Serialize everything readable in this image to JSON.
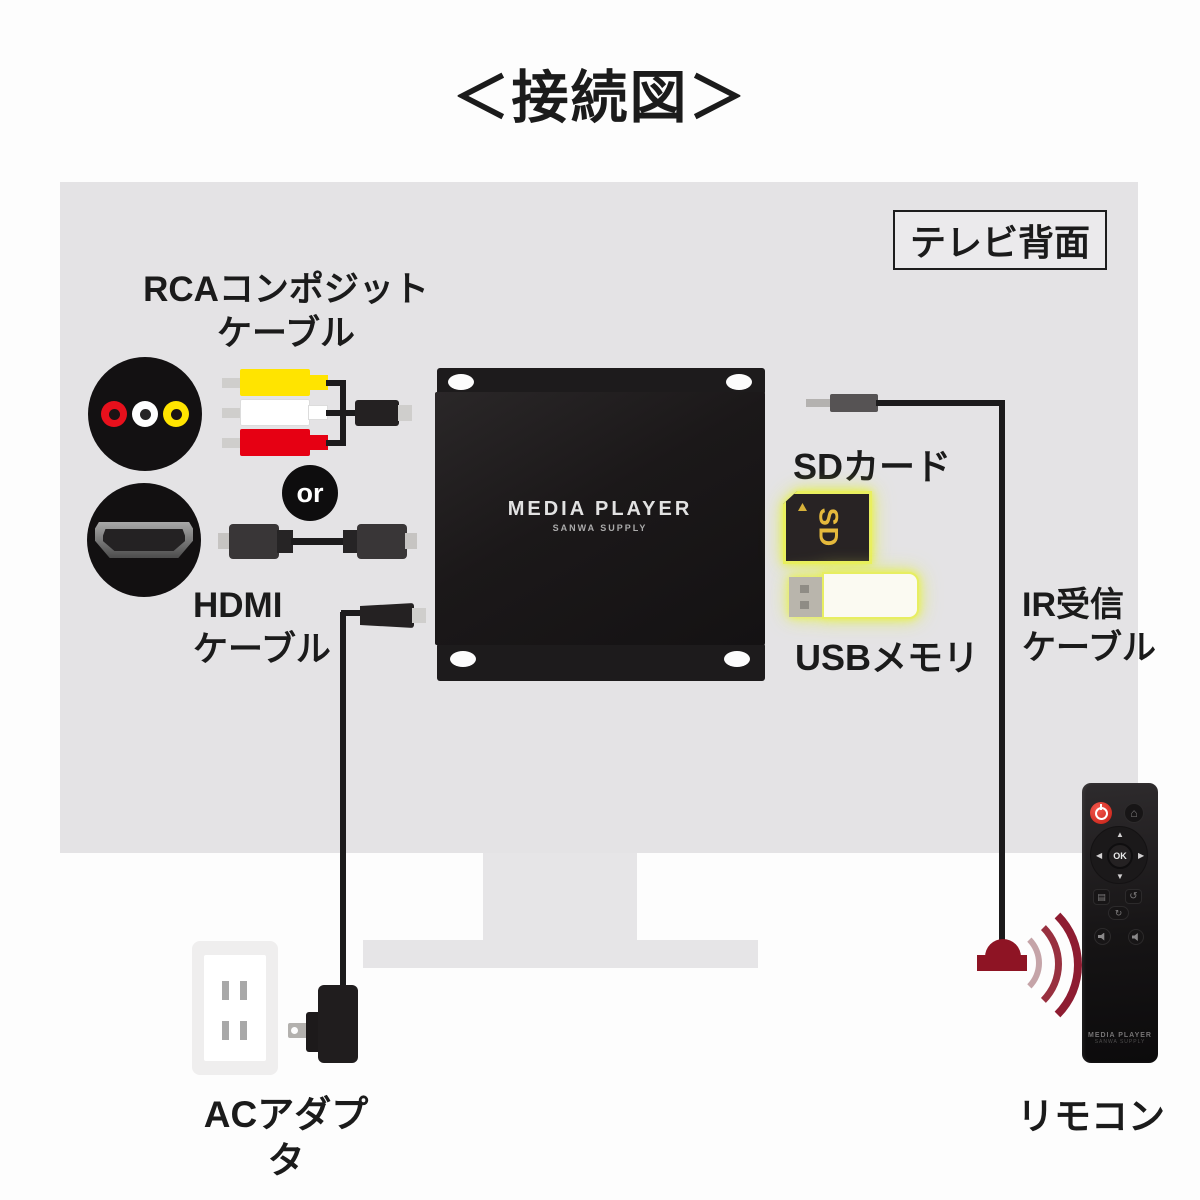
{
  "title": "＜接続図＞",
  "tv": {
    "back_label": "テレビ背面"
  },
  "rca": {
    "label_line1": "RCAコンポジット",
    "label_line2": "ケーブル",
    "or": "or"
  },
  "hdmi": {
    "label_line1": "HDMI",
    "label_line2": "ケーブル"
  },
  "player": {
    "name": "MEDIA PLAYER",
    "brand": "SANWA SUPPLY"
  },
  "sd": {
    "label": "SDカード",
    "card_text": "SD"
  },
  "usb": {
    "label": "USBメモリ"
  },
  "ir": {
    "label_line1": "IR受信",
    "label_line2": "ケーブル"
  },
  "ac": {
    "label": "ACアダプタ"
  },
  "remote": {
    "label": "リモコン",
    "ok": "OK",
    "name": "MEDIA PLAYER",
    "brand": "SANWA SUPPLY",
    "icons": {
      "home": "⌂",
      "up": "▲",
      "down": "▼",
      "left": "◀",
      "right": "▶",
      "menu": "▤",
      "back": "↺",
      "loop": "↻"
    }
  },
  "colors": {
    "tv_gray": "#e4e3e5",
    "rca_yellow": "#ffe400",
    "rca_red": "#e60013",
    "rca_white": "#ffffff",
    "glow_yellow": "#e9ef5e",
    "ir_maroon": "#8e1424",
    "remote_power_red": "#d8291c",
    "player_black": "#1b1819"
  }
}
